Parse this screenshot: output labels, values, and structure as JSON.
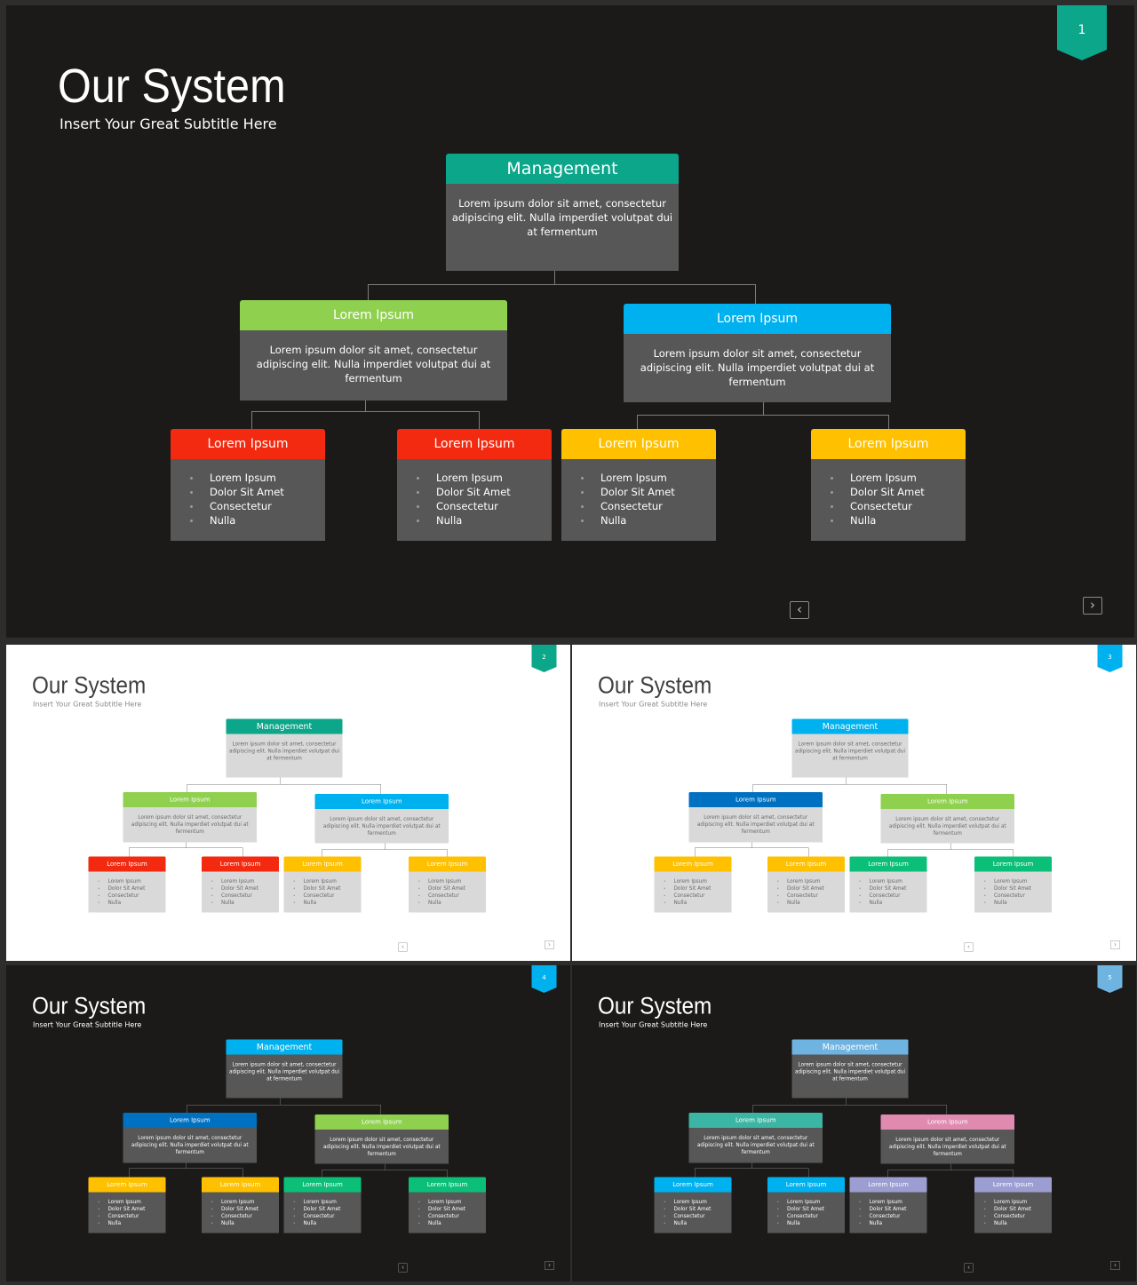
{
  "title": "Our System",
  "subtitle": "Insert  Your Great Subtitle Here",
  "management": {
    "label": "Management",
    "text": "Lorem  ipsum dolor sit amet, consectetur adipiscing elit. Nulla imperdiet volutpat dui at fermentum"
  },
  "mid": {
    "label": "Lorem Ipsum",
    "text": "Lorem  ipsum dolor sit amet, consectetur adipiscing elit.  Nulla imperdiet volutpat dui at fermentum"
  },
  "leaf": {
    "label": "Lorem Ipsum",
    "bullets": [
      "Lorem  Ipsum",
      "Dolor Sit Amet",
      "Consectetur",
      "Nulla"
    ]
  },
  "nav": {
    "prev_icon": "chevron-left-icon",
    "next_icon": "chevron-right-icon"
  },
  "slides": [
    {
      "number": "1",
      "theme": "dark",
      "badge_color": "#0ca68a",
      "colors": {
        "top": "#0ca68a",
        "midLeft": "#8fd04f",
        "midRight": "#00b1ef",
        "leaves": [
          "#f32a10",
          "#f32a10",
          "#ffc000",
          "#ffc000"
        ]
      }
    },
    {
      "number": "2",
      "theme": "light",
      "badge_color": "#0ca68a",
      "colors": {
        "top": "#0ca68a",
        "midLeft": "#8fd04f",
        "midRight": "#00b1ef",
        "leaves": [
          "#f32a10",
          "#f32a10",
          "#ffc000",
          "#ffc000"
        ]
      }
    },
    {
      "number": "3",
      "theme": "light",
      "badge_color": "#00b1ef",
      "colors": {
        "top": "#00b1ef",
        "midLeft": "#0070c0",
        "midRight": "#8fd04f",
        "leaves": [
          "#ffc000",
          "#ffc000",
          "#0cbf78",
          "#0cbf78"
        ]
      }
    },
    {
      "number": "4",
      "theme": "dark",
      "badge_color": "#00b1ef",
      "colors": {
        "top": "#00b1ef",
        "midLeft": "#0070c0",
        "midRight": "#8fd04f",
        "leaves": [
          "#ffc000",
          "#ffc000",
          "#0cbf78",
          "#0cbf78"
        ]
      }
    },
    {
      "number": "5",
      "theme": "dark",
      "badge_color": "#6fb4e0",
      "colors": {
        "top": "#6fb4e0",
        "midLeft": "#3cb6a4",
        "midRight": "#e08ab0",
        "leaves": [
          "#00b1ef",
          "#00b1ef",
          "#9c9ed2",
          "#9c9ed2"
        ]
      }
    }
  ]
}
